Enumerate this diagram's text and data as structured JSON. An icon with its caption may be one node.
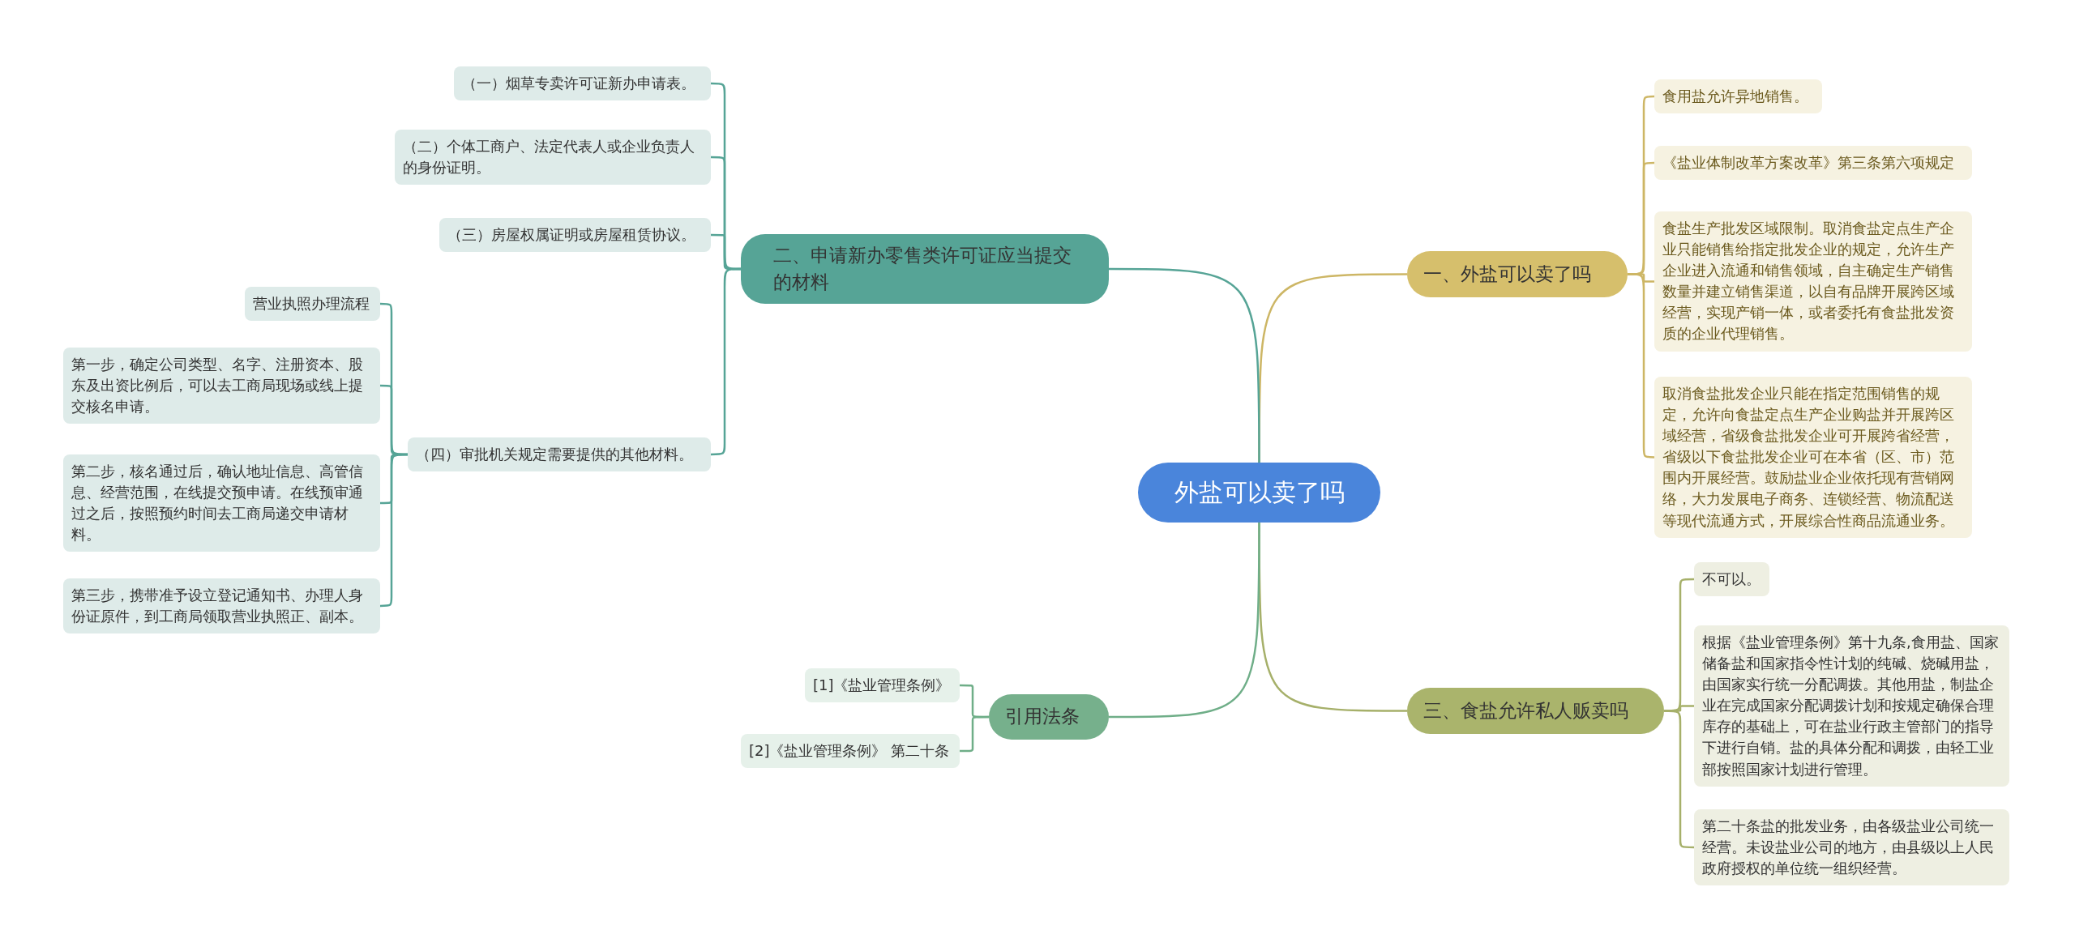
{
  "diagram": {
    "nodes": [
      {
        "text": [
          "外盐可以卖了吗"
        ]
      },
      {
        "text": [
          "一、外盐可以卖了吗"
        ]
      },
      {
        "text": [
          "食用盐允许异地销售。"
        ]
      },
      {
        "text": [
          "《盐业体制改革方案改革》第三条第六项规定"
        ]
      },
      {
        "text": [
          "食盐生产批发区域限制。取消食盐定点生产企业只能销售给指定批发企业的规定，允许生产企业进入流通和销售领域，自主确定生产销售数量并建立销售渠道，以自有品牌开展跨区域经营，实现产销一体，或者委托有食盐批发资质的企业代理销售。"
        ]
      },
      {
        "text": [
          "取消食盐批发企业只能在指定范围销售的规定，允许向食盐定点生产企业购盐并开展跨区域经营，省级食盐批发企业可开展跨省经营，省级以下食盐批发企业可在本省（区、市）范围内开展经营。鼓励盐业企业依托现有营销网络，大力发展电子商务、连锁经营、物流配送等现代流通方式，开展综合性商品流通业务。"
        ]
      },
      {
        "text": [
          "二、申请新办零售类许可证应当提交的材料"
        ]
      },
      {
        "text": [
          "（一）烟草专卖许可证新办申请表。"
        ]
      },
      {
        "text": [
          "（二）个体工商户、法定代表人或企业负责人的身份证明。"
        ]
      },
      {
        "text": [
          "（三）房屋权属证明或房屋租赁协议。"
        ]
      },
      {
        "text": [
          "（四）审批机关规定需要提供的其他材料。"
        ]
      },
      {
        "text": [
          "营业执照办理流程"
        ]
      },
      {
        "text": [
          "第一步，确定公司类型、名字、注册资本、股东及出资比例后，可以去工商局现场或线上提交核名申请。"
        ]
      },
      {
        "text": [
          "第二步，核名通过后，确认地址信息、高管信息、经营范围，在线提交预申请。在线预审通过之后，按照预约时间去工商局递交申请材料。"
        ]
      },
      {
        "text": [
          "第三步，携带准予设立登记通知书、办理人身份证原件，到工商局领取营业执照正、副本。"
        ]
      },
      {
        "text": [
          "三、食盐允许私人贩卖吗"
        ]
      },
      {
        "text": [
          "不可以。"
        ]
      },
      {
        "text": [
          "根据《盐业管理条例》第十九条,食用盐、国家储备盐和国家指令性计划的纯碱、烧碱用盐，由国家实行统一分配调拨。其他用盐，制盐企业在完成国家分配调拨计划和按规定确保合理库存的基础上，可在盐业行政主管部门的指导下进行自销。盐的具体分配和调拨，由轻工业部按照国家计划进行管理。"
        ]
      },
      {
        "text": [
          "第二十条盐的批发业务，由各级盐业公司统一经营。未设盐业公司的地方，由县级以上人民政府授权的单位统一组织经营。"
        ]
      },
      {
        "text": [
          "引用法条"
        ]
      },
      {
        "text": [
          "[1]《盐业管理条例》"
        ]
      },
      {
        "text": [
          "[2]《盐业管理条例》 第二十条"
        ]
      }
    ],
    "edges": [
      {
        "from": 0,
        "to": 1,
        "arrow": "none",
        "color": "#cdb665"
      },
      {
        "from": 1,
        "to": 2,
        "arrow": "none",
        "color": "#cdb665"
      },
      {
        "from": 1,
        "to": 3,
        "arrow": "none",
        "color": "#cdb665"
      },
      {
        "from": 1,
        "to": 4,
        "arrow": "none",
        "color": "#cdb665"
      },
      {
        "from": 1,
        "to": 5,
        "arrow": "none",
        "color": "#cdb665"
      },
      {
        "from": 0,
        "to": 6,
        "arrow": "none"
      },
      {
        "from": 6,
        "to": 7,
        "arrow": "none"
      },
      {
        "from": 6,
        "to": 8,
        "arrow": "none"
      },
      {
        "from": 6,
        "to": 9,
        "arrow": "none"
      },
      {
        "from": 6,
        "to": 10,
        "arrow": "none"
      },
      {
        "from": 10,
        "to": 11,
        "arrow": "none"
      },
      {
        "from": 10,
        "to": 12,
        "arrow": "none"
      },
      {
        "from": 10,
        "to": 13,
        "arrow": "none"
      },
      {
        "from": 10,
        "to": 14,
        "arrow": "none"
      },
      {
        "from": 0,
        "to": 15,
        "arrow": "none",
        "color": "#a6b06a"
      },
      {
        "from": 15,
        "to": 16,
        "arrow": "none",
        "color": "#a6b06a"
      },
      {
        "from": 15,
        "to": 17,
        "arrow": "none",
        "color": "#a6b06a"
      },
      {
        "from": 15,
        "to": 18,
        "arrow": "none",
        "color": "#a6b06a"
      },
      {
        "from": 0,
        "to": 19,
        "arrow": "none",
        "color": "#6fae88"
      },
      {
        "from": 19,
        "to": 20,
        "arrow": "none",
        "color": "#6fae88"
      },
      {
        "from": 19,
        "to": 21,
        "arrow": "none",
        "color": "#6fae88"
      }
    ]
  }
}
